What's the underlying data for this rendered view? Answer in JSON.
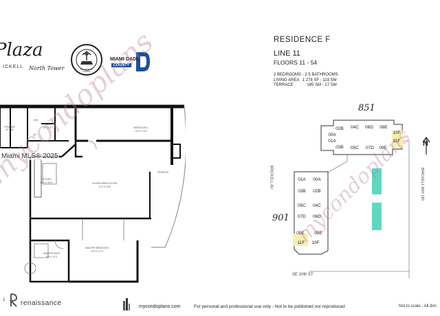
{
  "branding": {
    "plaza_script": "Plaza",
    "plaza_sub": "ICKELL",
    "tower": "North Tower",
    "city_seal_text": "CITY OF MIAMI · FLORIDA",
    "county_logo_line1": "MIAMI·DADE",
    "county_logo_line2": "COUNTY"
  },
  "residence": {
    "title": "RESIDENCE F",
    "line": "LINE 11",
    "floors": "FLOORS 11 - 54",
    "bed_bath": "2 BEDROOMS - 2.5 BATHROOMS",
    "living_area_label": "LIVING AREA",
    "living_area_value": "1 278 SF - 119 SM",
    "terrace_label": "TERRACE",
    "terrace_value": "185 SM - 17 SM"
  },
  "floor_plan": {
    "rooms": {
      "bedroom2": "BEDROOM 2",
      "bedroom2_dim": "14'3 X 12'3",
      "bath": "BATH",
      "bath_dim": "5'7 X 4'7",
      "ac": "AC",
      "powder": "POWDER ROOM",
      "wd": "W/D",
      "kitchen": "KITCHEN",
      "kitchen_dim": "12'4 X 10'0",
      "living_dining": "LIVING/DINING ROOM",
      "living_dining_dim": "17'0 X 19'8",
      "terrace": "TERRACE",
      "master_bath": "MASTER BATH",
      "master_bath_dim": "8'8 X 12'3",
      "master_bedroom": "MASTER BEDROOM",
      "master_bedroom_dim": "12'3 X 17'3"
    }
  },
  "site_plan": {
    "tower_851": "851",
    "tower_901": "901",
    "street_left": "BRICKELL AV",
    "street_right": "BRICKELL BAY DR",
    "street_bottom": "SE 10th ST",
    "north": "N",
    "units_851": [
      "02B",
      "04C",
      "06D",
      "08E",
      "00A",
      "01A",
      "03B",
      "05C",
      "07D",
      "09E",
      "10F",
      "11F"
    ],
    "units_901": [
      "01A",
      "00A",
      "03B",
      "02B",
      "05C",
      "04C",
      "07D",
      "06D",
      "09E",
      "08E",
      "11F",
      "10F"
    ],
    "not_to_scale": "Not to scale - All dim"
  },
  "watermark": {
    "mls": "Miami MLS® 2025",
    "brand": "mycondoplans"
  },
  "footer": {
    "number": "1",
    "developer": "renaissance",
    "website": "mycondoplans.com",
    "disclaimer": "For personal and professional use only - Not to be published nor reproduced"
  }
}
